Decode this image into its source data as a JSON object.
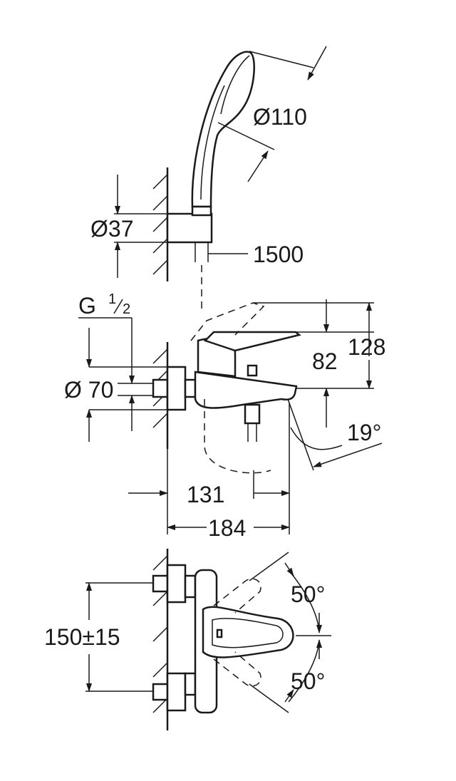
{
  "colors": {
    "line": "#1a1a1a",
    "background": "#ffffff"
  },
  "dimensions": {
    "shower_diameter": "Ø110",
    "hose_length": "1500",
    "holder_diameter": "Ø37",
    "thread_main": "G",
    "thread_num": "1",
    "thread_den": "2",
    "body_diameter": "Ø 70",
    "height_total": "128",
    "height_spout": "82",
    "spout_angle": "19°",
    "spout_projection": "131",
    "total_projection": "184",
    "lever_angle_top": "50°",
    "lever_angle_bottom": "50°",
    "inlet_spacing": "150±15"
  }
}
